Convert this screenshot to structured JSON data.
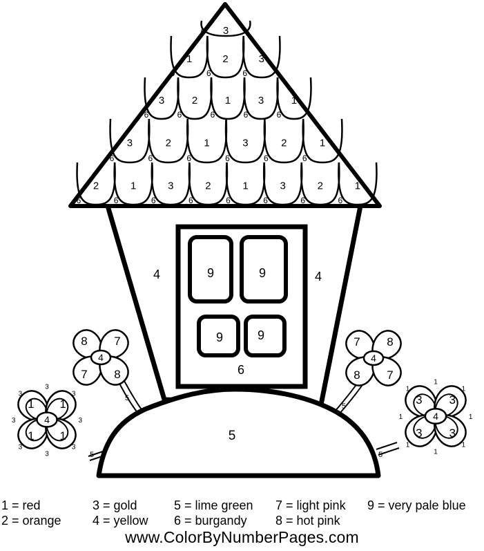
{
  "picture": {
    "numbers": {
      "roof": [
        "3",
        "1",
        "2",
        "3",
        "3",
        "2",
        "1",
        "3",
        "1",
        "3",
        "2",
        "1",
        "3",
        "2",
        "1",
        "2",
        "1",
        "3",
        "2",
        "1",
        "3",
        "2",
        "1"
      ],
      "scallop_marks": "6",
      "wall_left": "4",
      "wall_right": "4",
      "door_panels": [
        "9",
        "9",
        "9",
        "9"
      ],
      "door": "6",
      "hill": "5",
      "left_small_flower": {
        "petals": [
          "8",
          "7",
          "7",
          "8"
        ],
        "center": "4"
      },
      "right_small_flower": {
        "petals": [
          "7",
          "8",
          "8",
          "7"
        ],
        "center": "4"
      },
      "left_big_flower": {
        "petals": [
          "1",
          "1",
          "1",
          "1"
        ],
        "center": "4",
        "edge": "3"
      },
      "right_big_flower": {
        "petals": [
          "3",
          "3",
          "3",
          "3"
        ],
        "center": "4",
        "edge": "1"
      },
      "stems": "5"
    }
  },
  "legend": [
    {
      "num": "1",
      "color": "red"
    },
    {
      "num": "2",
      "color": "orange"
    },
    {
      "num": "3",
      "color": "gold"
    },
    {
      "num": "4",
      "color": "yellow"
    },
    {
      "num": "5",
      "color": "lime green"
    },
    {
      "num": "6",
      "color": "burgandy"
    },
    {
      "num": "7",
      "color": "light pink"
    },
    {
      "num": "8",
      "color": "hot pink"
    },
    {
      "num": "9",
      "color": "very pale blue"
    }
  ],
  "legend_text": [
    "1 = red",
    "2 = orange",
    "3 = gold",
    "4 = yellow",
    "5 = lime green",
    "6 = burgandy",
    "7 = light pink",
    "8 = hot pink",
    "9 = very pale blue"
  ],
  "footer": {
    "site": "www.ColorByNumberPages.com"
  }
}
